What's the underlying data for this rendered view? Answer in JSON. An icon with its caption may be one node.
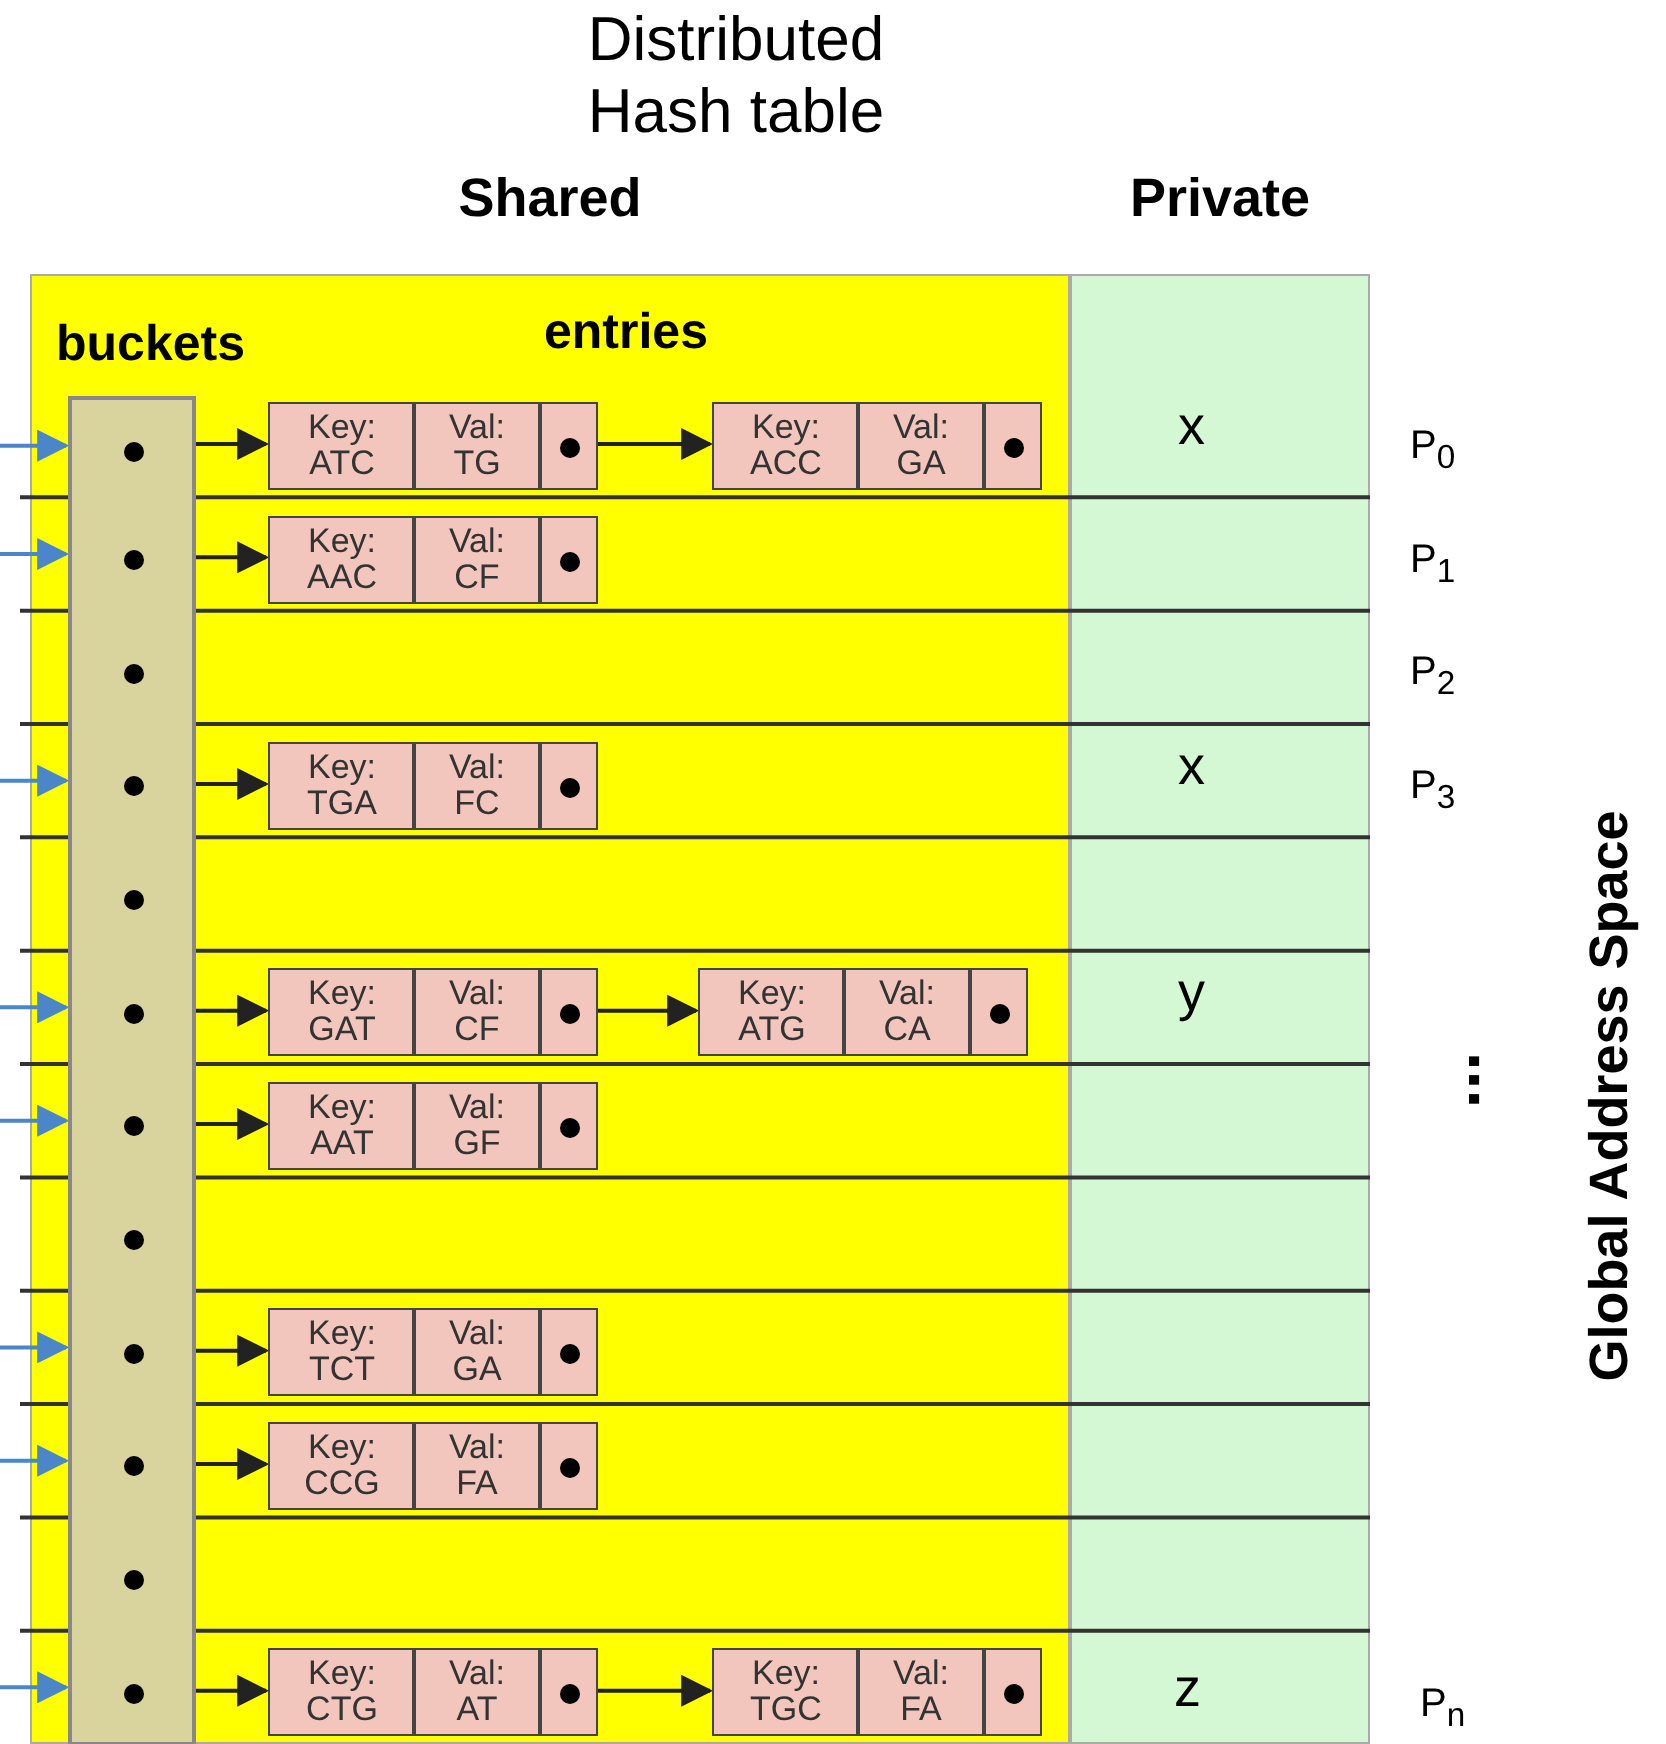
{
  "diagram": {
    "title": "Distributed Hash table",
    "nodes": [
      {
        "text": [
          "Shared"
        ]
      },
      {
        "text": [
          "Private"
        ]
      },
      {
        "text": [
          "buckets"
        ],
        "in": 0
      },
      {
        "text": [],
        "shape": "box",
        "in": 2
      },
      {
        "text": [],
        "shape": "box",
        "in": 2
      },
      {
        "text": [],
        "shape": "box",
        "in": 2
      },
      {
        "text": [],
        "shape": "box",
        "in": 2
      },
      {
        "text": [],
        "shape": "box",
        "in": 2
      },
      {
        "text": [],
        "shape": "box",
        "in": 2
      },
      {
        "text": [],
        "shape": "box",
        "in": 2
      },
      {
        "text": [],
        "shape": "box",
        "in": 2
      },
      {
        "text": [],
        "shape": "box",
        "in": 2
      },
      {
        "text": [],
        "shape": "box",
        "in": 2
      },
      {
        "text": [],
        "shape": "box",
        "in": 2
      },
      {
        "text": [],
        "shape": "box",
        "in": 2
      },
      {
        "text": [
          "Key: ATC",
          "Val: TG"
        ],
        "in": 0
      },
      {
        "text": [
          "Key: ACC",
          "Val: GA"
        ],
        "in": 0
      },
      {
        "text": [
          "Key: AAC",
          "Val: CF"
        ],
        "in": 0
      },
      {
        "text": [
          "Key: TGA",
          "Val: FC"
        ],
        "in": 0
      },
      {
        "text": [
          "Key: GAT",
          "Val: CF"
        ],
        "in": 0
      },
      {
        "text": [
          "Key: ATG",
          "Val: CA"
        ],
        "in": 0
      },
      {
        "text": [
          "Key: AAT",
          "Val: GF"
        ],
        "in": 0
      },
      {
        "text": [
          "Key: TCT",
          "Val: GA"
        ],
        "in": 0
      },
      {
        "text": [
          "Key: CCG",
          "Val: FA"
        ],
        "in": 0
      },
      {
        "text": [
          "Key: CTG",
          "Val: AT"
        ],
        "in": 0
      },
      {
        "text": [
          "Key: TGC",
          "Val: FA"
        ],
        "in": 0
      }
    ],
    "edges": [
      {
        "from": null,
        "to": 3,
        "arrow": "to",
        "color": "#4a86c8"
      },
      {
        "from": null,
        "to": 4,
        "arrow": "to",
        "color": "#4a86c8"
      },
      {
        "from": null,
        "to": 6,
        "arrow": "to",
        "color": "#4a86c8"
      },
      {
        "from": null,
        "to": 8,
        "arrow": "to",
        "color": "#4a86c8"
      },
      {
        "from": null,
        "to": 9,
        "arrow": "to",
        "color": "#4a86c8"
      },
      {
        "from": null,
        "to": 11,
        "arrow": "to",
        "color": "#4a86c8"
      },
      {
        "from": null,
        "to": 12,
        "arrow": "to",
        "color": "#4a86c8"
      },
      {
        "from": null,
        "to": 14,
        "arrow": "to",
        "color": "#4a86c8"
      },
      {
        "from": 3,
        "to": 15,
        "arrow": "to"
      },
      {
        "from": 15,
        "to": 16,
        "arrow": "to"
      },
      {
        "from": 4,
        "to": 17,
        "arrow": "to"
      },
      {
        "from": 6,
        "to": 18,
        "arrow": "to"
      },
      {
        "from": 8,
        "to": 19,
        "arrow": "to"
      },
      {
        "from": 19,
        "to": 20,
        "arrow": "to"
      },
      {
        "from": 9,
        "to": 21,
        "arrow": "to"
      },
      {
        "from": 11,
        "to": 22,
        "arrow": "to"
      },
      {
        "from": 12,
        "to": 23,
        "arrow": "to"
      },
      {
        "from": 14,
        "to": 24,
        "arrow": "to"
      },
      {
        "from": 24,
        "to": 25,
        "arrow": "to"
      }
    ],
    "labels": [
      "entries",
      "x",
      "P$_{0}$",
      "P$_{1}$",
      "P$_{2}$",
      "x",
      "P$_{3}$",
      "Global Address Space",
      "...",
      "y",
      "z",
      "P$_{n}$"
    ]
  }
}
